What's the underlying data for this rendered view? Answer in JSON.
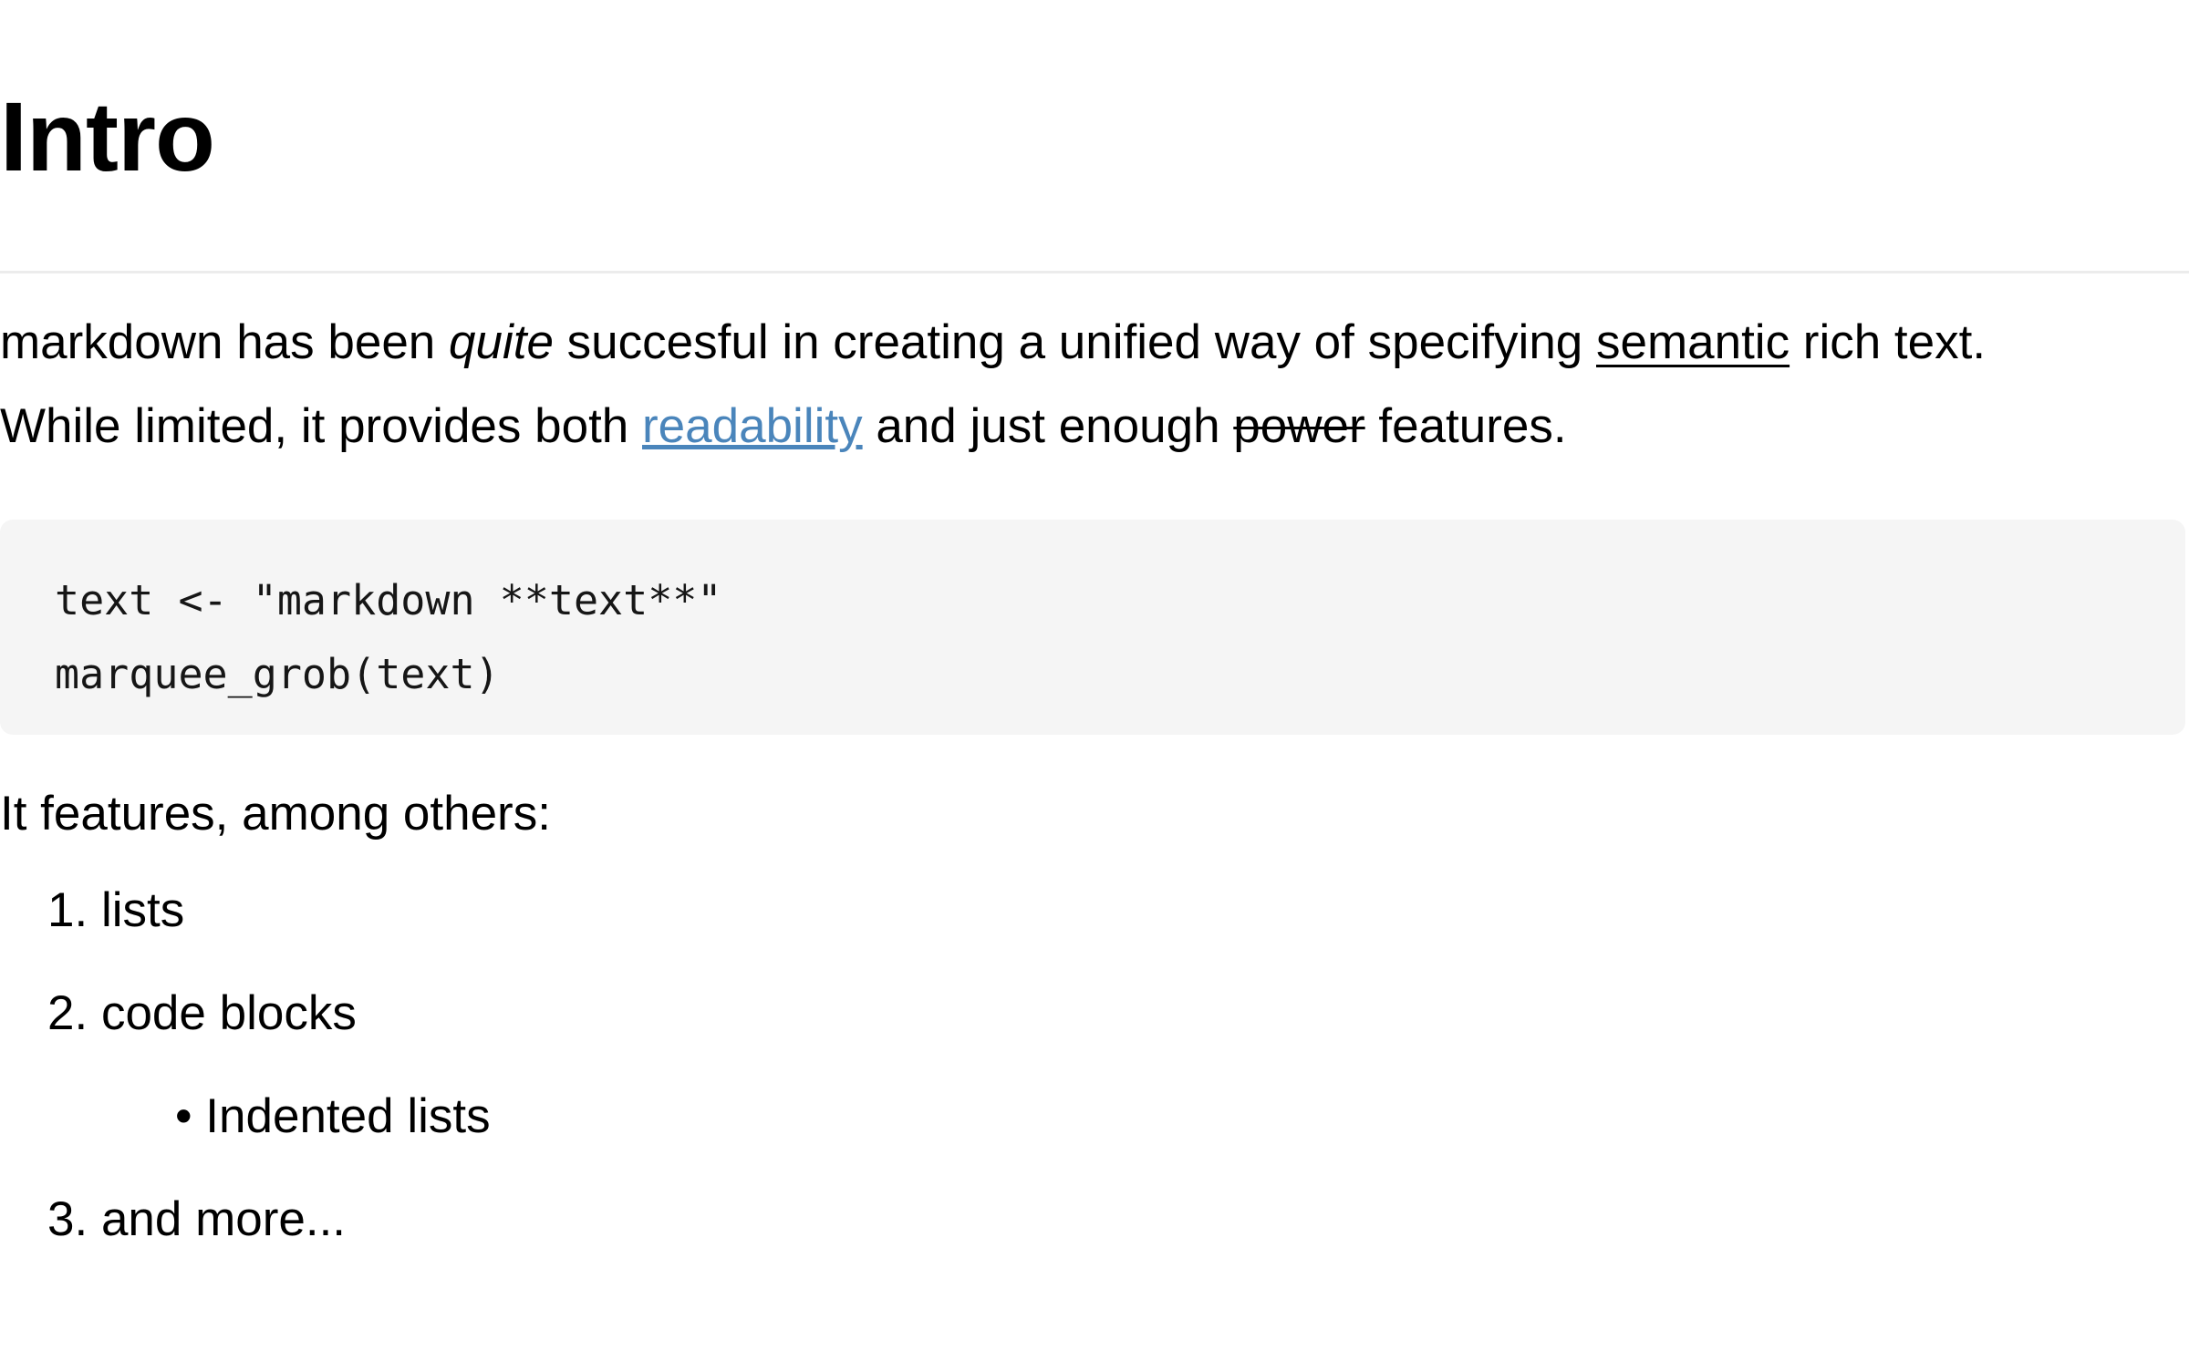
{
  "document": {
    "heading": "Intro",
    "paragraph": {
      "line1": {
        "seg1": "markdown has been ",
        "italic": "quite",
        "seg2": " succesful in creating a unified way of specifying ",
        "underline": "semantic",
        "seg3": " rich text."
      },
      "line2": {
        "seg1": "While limited, it provides both ",
        "link": "readability",
        "seg2": " and just enough ",
        "strike": "power",
        "seg3": " features."
      }
    },
    "code_block": {
      "line1": "text <- \"markdown **text**\"",
      "line2": "marquee_grob(text)"
    },
    "list_intro": "It features, among others:",
    "list_items": [
      {
        "marker": "1.",
        "label": "lists",
        "level": 1
      },
      {
        "marker": "2.",
        "label": "code blocks",
        "level": 1
      },
      {
        "marker": "•",
        "label": "Indented lists",
        "level": 2
      },
      {
        "marker": "3.",
        "label": "and more...",
        "level": 1
      }
    ]
  },
  "colors": {
    "link": "#4a85bb",
    "rule": "#ececec",
    "code_background": "#f5f5f5",
    "text": "#000000"
  }
}
